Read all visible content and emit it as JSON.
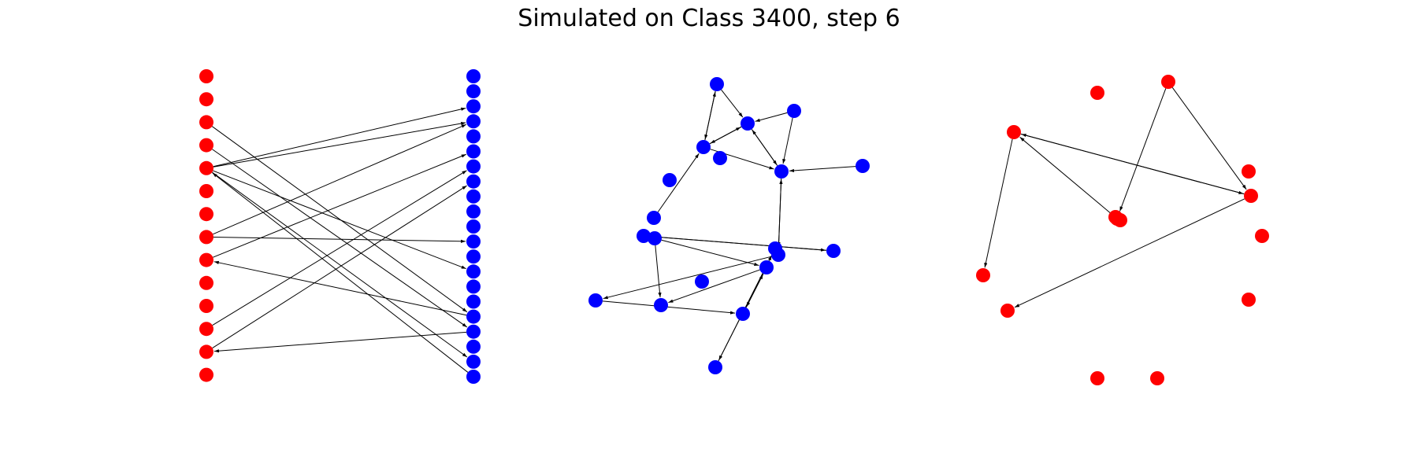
{
  "title": "Simulated on Class 3400, step 6",
  "colors": {
    "red": "#ff0000",
    "blue": "#0000ff",
    "edge": "#000000"
  },
  "panels": [
    {
      "id": "bipartite",
      "nodes": [
        {
          "id": "L0",
          "color": "red"
        },
        {
          "id": "L1",
          "color": "red"
        },
        {
          "id": "L2",
          "color": "red"
        },
        {
          "id": "L3",
          "color": "red"
        },
        {
          "id": "L4",
          "color": "red"
        },
        {
          "id": "L5",
          "color": "red"
        },
        {
          "id": "L6",
          "color": "red"
        },
        {
          "id": "L7",
          "color": "red"
        },
        {
          "id": "L8",
          "color": "red"
        },
        {
          "id": "L9",
          "color": "red"
        },
        {
          "id": "L10",
          "color": "red"
        },
        {
          "id": "L11",
          "color": "red"
        },
        {
          "id": "L12",
          "color": "red"
        },
        {
          "id": "L13",
          "color": "red"
        },
        {
          "id": "R0",
          "color": "blue"
        },
        {
          "id": "R1",
          "color": "blue"
        },
        {
          "id": "R2",
          "color": "blue"
        },
        {
          "id": "R3",
          "color": "blue"
        },
        {
          "id": "R4",
          "color": "blue"
        },
        {
          "id": "R5",
          "color": "blue"
        },
        {
          "id": "R6",
          "color": "blue"
        },
        {
          "id": "R7",
          "color": "blue"
        },
        {
          "id": "R8",
          "color": "blue"
        },
        {
          "id": "R9",
          "color": "blue"
        },
        {
          "id": "R10",
          "color": "blue"
        },
        {
          "id": "R11",
          "color": "blue"
        },
        {
          "id": "R12",
          "color": "blue"
        },
        {
          "id": "R13",
          "color": "blue"
        },
        {
          "id": "R14",
          "color": "blue"
        },
        {
          "id": "R15",
          "color": "blue"
        },
        {
          "id": "R16",
          "color": "blue"
        },
        {
          "id": "R17",
          "color": "blue"
        },
        {
          "id": "R18",
          "color": "blue"
        },
        {
          "id": "R19",
          "color": "blue"
        },
        {
          "id": "R20",
          "color": "blue"
        }
      ],
      "edges": [
        [
          "L4",
          "R2"
        ],
        [
          "L4",
          "R3"
        ],
        [
          "L7",
          "R3"
        ],
        [
          "L8",
          "R5"
        ],
        [
          "L11",
          "R6"
        ],
        [
          "L12",
          "R7"
        ],
        [
          "L7",
          "R11"
        ],
        [
          "L4",
          "R13"
        ],
        [
          "L4",
          "R19"
        ],
        [
          "L3",
          "R17"
        ],
        [
          "L2",
          "R16"
        ],
        [
          "R16",
          "L8"
        ],
        [
          "R17",
          "L12"
        ],
        [
          "R20",
          "L4"
        ]
      ]
    },
    {
      "id": "blue-graph",
      "nodes": [
        {
          "id": "B0",
          "color": "blue"
        },
        {
          "id": "B1",
          "color": "blue"
        },
        {
          "id": "B2",
          "color": "blue"
        },
        {
          "id": "B3",
          "color": "blue"
        },
        {
          "id": "B4",
          "color": "blue"
        },
        {
          "id": "B5",
          "color": "blue"
        },
        {
          "id": "B6",
          "color": "blue"
        },
        {
          "id": "B7",
          "color": "blue"
        },
        {
          "id": "B8",
          "color": "blue"
        },
        {
          "id": "B9",
          "color": "blue"
        },
        {
          "id": "B10",
          "color": "blue"
        },
        {
          "id": "B11",
          "color": "blue"
        },
        {
          "id": "B12",
          "color": "blue"
        },
        {
          "id": "B13",
          "color": "blue"
        },
        {
          "id": "B14",
          "color": "blue"
        },
        {
          "id": "B15",
          "color": "blue"
        },
        {
          "id": "B16",
          "color": "blue"
        },
        {
          "id": "B17",
          "color": "blue"
        },
        {
          "id": "B18",
          "color": "blue"
        },
        {
          "id": "B19",
          "color": "blue"
        }
      ],
      "edges": [
        [
          "B0",
          "B1"
        ],
        [
          "B0",
          "B3"
        ],
        [
          "B3",
          "B0"
        ],
        [
          "B1",
          "B3"
        ],
        [
          "B3",
          "B1"
        ],
        [
          "B2",
          "B1"
        ],
        [
          "B2",
          "B4"
        ],
        [
          "B1",
          "B4"
        ],
        [
          "B4",
          "B1"
        ],
        [
          "B3",
          "B4"
        ],
        [
          "B6",
          "B4"
        ],
        [
          "B4",
          "B14"
        ],
        [
          "B14",
          "B4"
        ],
        [
          "B8",
          "B3"
        ],
        [
          "B10",
          "B17"
        ],
        [
          "B13",
          "B9"
        ],
        [
          "B9",
          "B13"
        ],
        [
          "B14",
          "B16"
        ],
        [
          "B10",
          "B12"
        ],
        [
          "B12",
          "B18"
        ],
        [
          "B18",
          "B12"
        ],
        [
          "B16",
          "B18"
        ],
        [
          "B12",
          "B17"
        ],
        [
          "B11",
          "B19"
        ],
        [
          "B19",
          "B11"
        ]
      ]
    },
    {
      "id": "red-graph",
      "nodes": [
        {
          "id": "C0",
          "color": "red"
        },
        {
          "id": "C1",
          "color": "red"
        },
        {
          "id": "C2",
          "color": "red"
        },
        {
          "id": "C3",
          "color": "red"
        },
        {
          "id": "C4",
          "color": "red"
        },
        {
          "id": "C5",
          "color": "red"
        },
        {
          "id": "C6",
          "color": "red"
        },
        {
          "id": "C7",
          "color": "red"
        },
        {
          "id": "C8",
          "color": "red"
        },
        {
          "id": "C9",
          "color": "red"
        },
        {
          "id": "C10",
          "color": "red"
        },
        {
          "id": "C11",
          "color": "red"
        },
        {
          "id": "C12",
          "color": "red"
        },
        {
          "id": "C13",
          "color": "red"
        }
      ],
      "edges": [
        [
          "C2",
          "C4"
        ],
        [
          "C2",
          "C3"
        ],
        [
          "C3",
          "C2"
        ],
        [
          "C5",
          "C2"
        ],
        [
          "C1",
          "C3"
        ],
        [
          "C1",
          "C5"
        ],
        [
          "C3",
          "C6"
        ]
      ]
    }
  ]
}
